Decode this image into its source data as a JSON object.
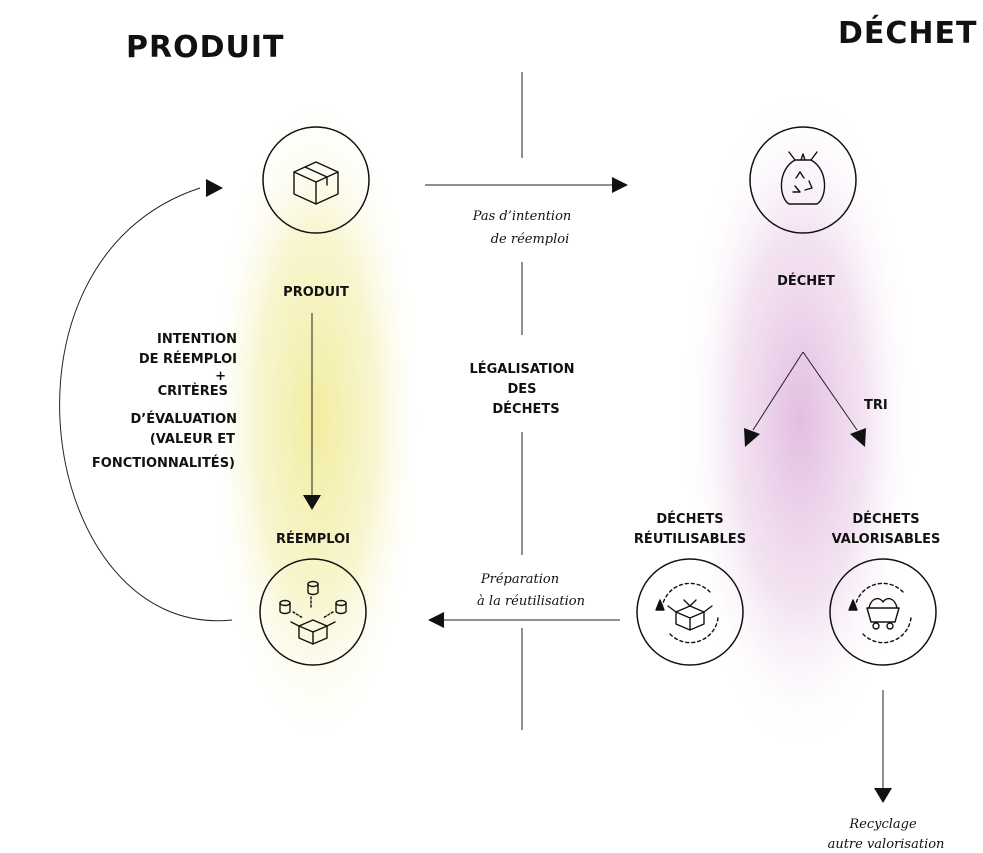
{
  "titles": {
    "left": "PRODUIT",
    "right": "DÉCHET"
  },
  "nodes": {
    "produit": "PRODUIT",
    "reemploi": "RÉEMPLOI",
    "dechet": "DÉCHET",
    "dechets_reutilisables": [
      "DÉCHETS",
      "RÉUTILISABLES"
    ],
    "dechets_valorisables": [
      "DÉCHETS",
      "VALORISABLES"
    ]
  },
  "labels": {
    "pas_intention": [
      "Pas d’intention",
      "de réemploi"
    ],
    "legalisation": [
      "LÉGALISATION",
      "DES",
      "DÉCHETS"
    ],
    "intention": [
      "INTENTION",
      "DE RÉEMPLOI",
      "+",
      "CRITÈRES",
      "D’ÉVALUATION",
      "(VALEUR ET",
      "FONCTIONNALITÉS)"
    ],
    "tri": "TRI",
    "preparation": [
      "Préparation",
      "à la réutilisation"
    ],
    "recyclage": [
      "Recyclage",
      "autre valorisation"
    ]
  },
  "colors": {
    "produit_glow": "#f1ec9a",
    "dechet_glow": "#e3bfe0",
    "ink": "#111111"
  },
  "icons": {
    "produit": "box-icon",
    "dechet": "recycle-bag-icon",
    "reemploi": "reuse-box-icon",
    "dechets_reutilisables": "open-box-cycle-icon",
    "dechets_valorisables": "mine-cart-cycle-icon"
  }
}
